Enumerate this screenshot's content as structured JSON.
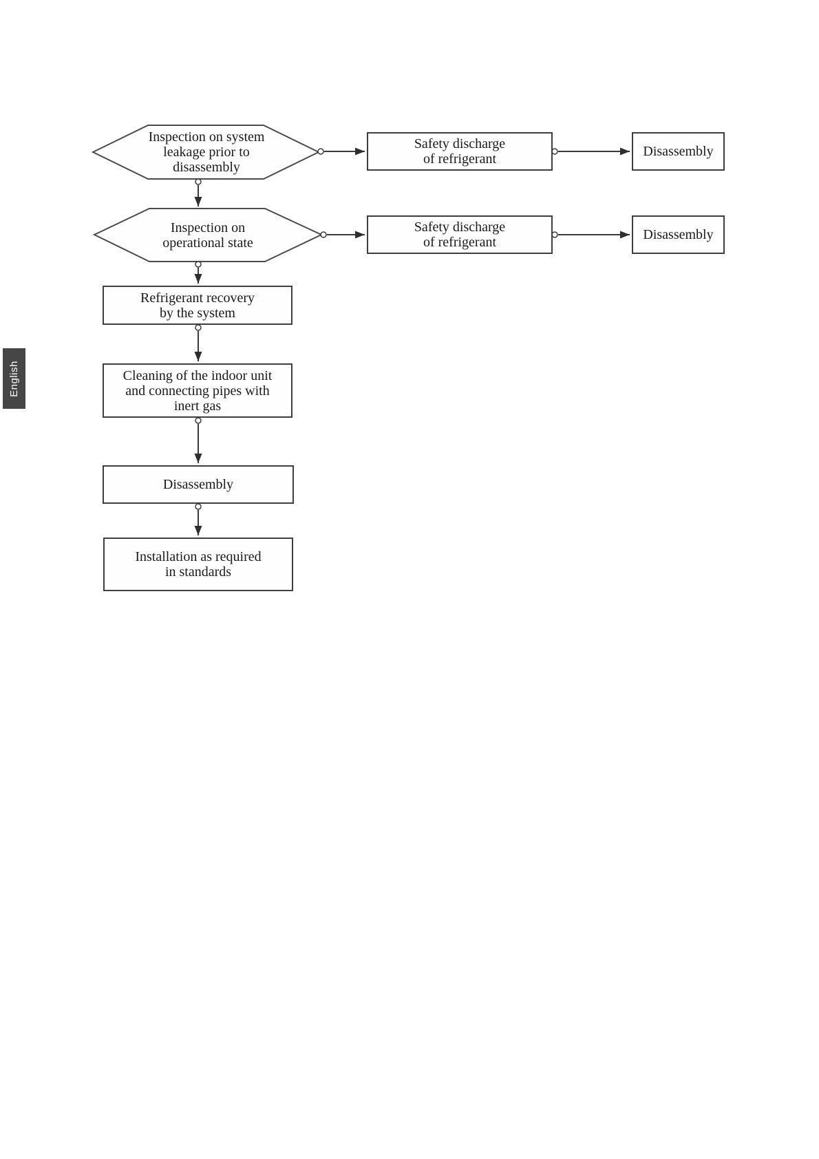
{
  "page": {
    "background_color": "#ffffff",
    "kind": "manual-flowchart-page"
  },
  "language_tab": {
    "label": "English",
    "background_color": "#464646",
    "text_color": "#ffffff"
  },
  "flowchart": {
    "colors": {
      "shape_border": "#3e3e3e",
      "connector_line": "#3a3a3a",
      "arrowhead_fill": "#2f2f2f",
      "text": "#1a1a1a",
      "node_background": "#fefefe"
    },
    "nodes": {
      "hex_leakage": {
        "shape": "hexagon",
        "lines": [
          "Inspection on system",
          "leakage prior to",
          "disassembly"
        ]
      },
      "hex_operational": {
        "shape": "hexagon",
        "lines": [
          "Inspection on",
          "operational state"
        ]
      },
      "safety_discharge_1": {
        "shape": "rectangle",
        "lines": [
          "Safety discharge",
          "of refrigerant"
        ]
      },
      "disassembly_right_1": {
        "shape": "rectangle",
        "label": "Disassembly"
      },
      "safety_discharge_2": {
        "shape": "rectangle",
        "lines": [
          "Safety discharge",
          "of refrigerant"
        ]
      },
      "disassembly_right_2": {
        "shape": "rectangle",
        "label": "Disassembly"
      },
      "refrigerant_recovery": {
        "shape": "rectangle",
        "lines": [
          "Refrigerant recovery",
          "by the system"
        ]
      },
      "cleaning": {
        "shape": "rectangle",
        "lines": [
          "Cleaning of the indoor unit",
          "and connecting pipes with",
          "inert gas"
        ]
      },
      "disassembly_main": {
        "shape": "rectangle",
        "label": "Disassembly"
      },
      "installation": {
        "shape": "rectangle",
        "lines": [
          "Installation as required",
          "in standards"
        ]
      }
    },
    "edges": [
      {
        "from": "hex_leakage",
        "to": "safety_discharge_1",
        "style": "arrow-with-start-circle"
      },
      {
        "from": "safety_discharge_1",
        "to": "disassembly_right_1",
        "style": "arrow-with-start-circle"
      },
      {
        "from": "hex_leakage",
        "to": "hex_operational",
        "style": "arrow-with-start-circle"
      },
      {
        "from": "hex_operational",
        "to": "safety_discharge_2",
        "style": "arrow-with-start-circle"
      },
      {
        "from": "safety_discharge_2",
        "to": "disassembly_right_2",
        "style": "arrow-with-start-circle"
      },
      {
        "from": "hex_operational",
        "to": "refrigerant_recovery",
        "style": "arrow-with-start-circle"
      },
      {
        "from": "refrigerant_recovery",
        "to": "cleaning",
        "style": "arrow-with-start-circle"
      },
      {
        "from": "cleaning",
        "to": "disassembly_main",
        "style": "arrow-with-start-circle"
      },
      {
        "from": "disassembly_main",
        "to": "installation",
        "style": "arrow-with-start-circle"
      }
    ]
  }
}
